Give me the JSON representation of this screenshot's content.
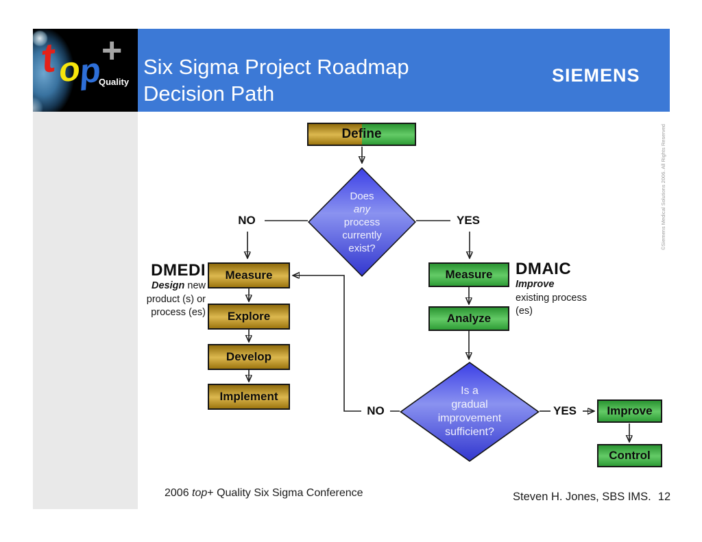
{
  "header": {
    "logo": {
      "t": "t",
      "o": "o",
      "p": "p",
      "plus": "+",
      "tagline": "Quality"
    },
    "title_line1": "Six Sigma Project Roadmap",
    "title_line2": "Decision Path",
    "brand": "SIEMENS"
  },
  "flowchart": {
    "define_label": "Define",
    "diamond1_lines": [
      "Does",
      "any",
      "process",
      "currently",
      "exist?"
    ],
    "no1": "NO",
    "yes1": "YES",
    "dmedi": {
      "title": "DMEDI",
      "desc_bold": "Design",
      "desc_rest": " new",
      "desc_line2": "product (s) or",
      "desc_line3": "process (es)"
    },
    "steps_left": [
      "Measure",
      "Explore",
      "Develop",
      "Implement"
    ],
    "dmaic": {
      "title": "DMAIC",
      "desc_bold": "Improve",
      "desc_line2": "existing process",
      "desc_line3": "(es)"
    },
    "steps_right": [
      "Measure",
      "Analyze"
    ],
    "diamond2_lines": [
      "Is a",
      "gradual",
      "improvement",
      "sufficient?"
    ],
    "no2": "NO",
    "yes2": "YES",
    "improve_label": "Improve",
    "control_label": "Control"
  },
  "footer": {
    "left_prefix": "2006 ",
    "left_italic": "top",
    "left_rest": "+ Quality Six Sigma Conference",
    "right_name": "Steven H. Jones, SBS IMS.",
    "page_number": "12"
  },
  "copyright": "©Siemens Medical Solutions 2006. All Rights Reserved",
  "colors": {
    "header_blue": "#3c79d6",
    "sidebar_gray": "#e9e9e9",
    "gold_box": "#c9a032",
    "green_box": "#3fae49",
    "diamond_blue": "#5a63e8",
    "logo_t_red": "#e32119",
    "logo_o_yellow": "#f6e50c",
    "logo_p_blue": "#2e6fd8",
    "logo_plus_gray": "#a5a5a5"
  }
}
